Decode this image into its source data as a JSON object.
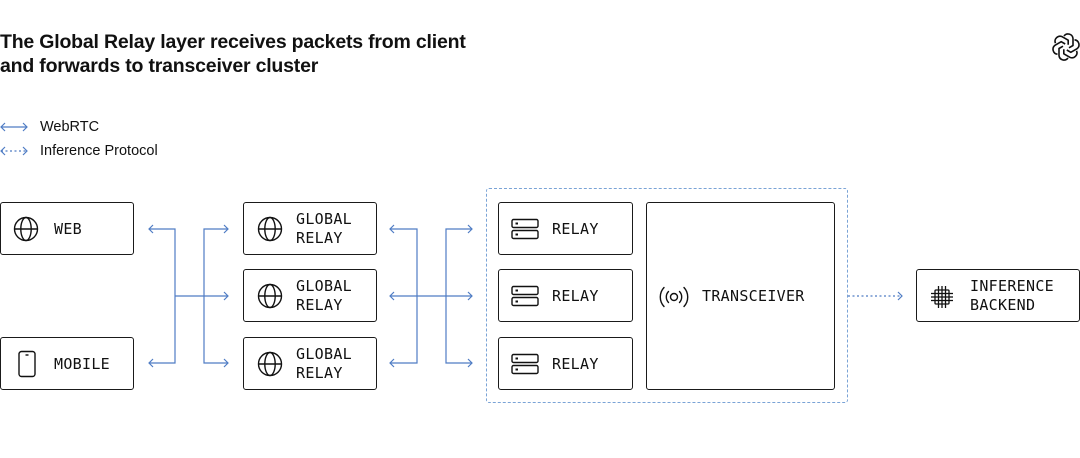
{
  "title": {
    "line1": "The Global Relay layer receives packets from client",
    "line2": "and forwards to transceiver cluster"
  },
  "logo_icon": "openai-logo-icon",
  "legend": [
    {
      "label": "WebRTC",
      "style": "solid"
    },
    {
      "label": "Inference Protocol",
      "style": "dotted"
    }
  ],
  "colors": {
    "connector": "#4f7cc4",
    "cluster_border": "#7aa3d6",
    "box_border": "#1a1a1a",
    "text": "#111111"
  },
  "clients": [
    {
      "label": "WEB",
      "icon": "globe-icon"
    },
    {
      "label": "MOBILE",
      "icon": "phone-icon"
    }
  ],
  "global_relays": [
    {
      "line1": "GLOBAL",
      "line2": "RELAY",
      "icon": "globe-icon"
    },
    {
      "line1": "GLOBAL",
      "line2": "RELAY",
      "icon": "globe-icon"
    },
    {
      "line1": "GLOBAL",
      "line2": "RELAY",
      "icon": "globe-icon"
    }
  ],
  "relays": [
    {
      "label": "RELAY",
      "icon": "server-icon"
    },
    {
      "label": "RELAY",
      "icon": "server-icon"
    },
    {
      "label": "RELAY",
      "icon": "server-icon"
    }
  ],
  "transceiver": {
    "label": "TRANSCEIVER",
    "icon": "broadcast-icon"
  },
  "backend": {
    "line1": "INFERENCE",
    "line2": "BACKEND",
    "icon": "chip-icon"
  }
}
